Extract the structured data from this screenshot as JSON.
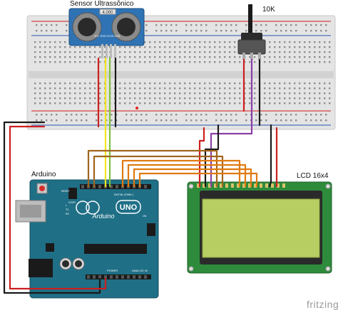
{
  "labels": {
    "sensor_title": "Sensor Ultrassônico",
    "sensor_chip": "4.000",
    "sensor_pins": "VCC TRIG ECHO GND",
    "pot_title": "10K",
    "arduino_title": "Arduino",
    "arduino_brand": "Arduino",
    "arduino_model": "UNO",
    "reset_label": "RESET",
    "icsp_label": "ICSP2",
    "tx_label": "TX",
    "rx_label": "RX",
    "on_label": "ON",
    "l_label": "L",
    "digital_label": "DIGITAL (PWM~)",
    "power_label": "POWER",
    "analog_label": "ANALOG IN",
    "lcd_title": "LCD 16x4",
    "watermark": "fritzing"
  },
  "colors": {
    "board_blue": "#1f6f86",
    "breadboard": "#e3e3e3",
    "rail_red": "#d11a1a",
    "rail_blue": "#2a55b0",
    "lcd_pcb": "#2e8b3b",
    "lcd_screen": "#b7cf62",
    "wire_brown": "#a0651e",
    "wire_orange": "#e07a10",
    "wire_purple": "#8a3fa8",
    "wire_yellow": "#f1e51c",
    "wire_green": "#7ec23b",
    "wire_red": "#cc1f1f",
    "wire_black": "#1a1a1a"
  },
  "wires": [
    {
      "name": "wire-gnd-main",
      "color": "black"
    },
    {
      "name": "wire-5v-main",
      "color": "red"
    },
    {
      "name": "wire-sensor-vcc",
      "color": "red"
    },
    {
      "name": "wire-sensor-trig",
      "color": "yellow"
    },
    {
      "name": "wire-sensor-echo",
      "color": "green"
    },
    {
      "name": "wire-sensor-gnd",
      "color": "black"
    },
    {
      "name": "wire-pot-out",
      "color": "purple"
    },
    {
      "name": "wire-lcd-rs",
      "color": "brown"
    },
    {
      "name": "wire-lcd-en",
      "color": "brown"
    },
    {
      "name": "wire-lcd-d4",
      "color": "orange"
    },
    {
      "name": "wire-lcd-d5",
      "color": "orange"
    },
    {
      "name": "wire-lcd-d6",
      "color": "orange"
    },
    {
      "name": "wire-lcd-d7",
      "color": "orange"
    }
  ]
}
